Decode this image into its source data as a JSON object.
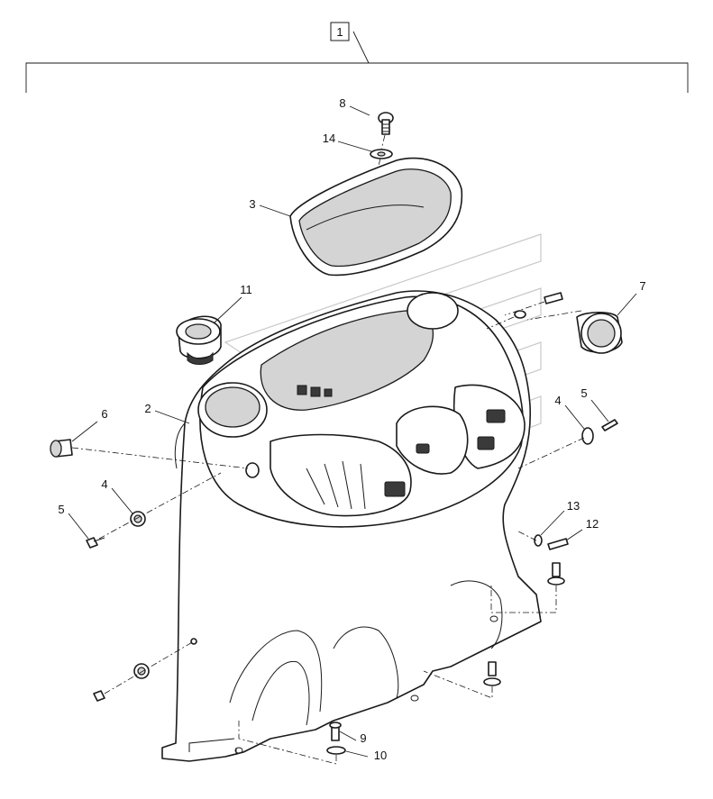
{
  "reference_box": {
    "label": "1"
  },
  "callouts": [
    {
      "id": "c8",
      "label": "8"
    },
    {
      "id": "c14",
      "label": "14"
    },
    {
      "id": "c3",
      "label": "3"
    },
    {
      "id": "c11",
      "label": "11"
    },
    {
      "id": "c7",
      "label": "7"
    },
    {
      "id": "c2",
      "label": "2"
    },
    {
      "id": "c6",
      "label": "6"
    },
    {
      "id": "c4a",
      "label": "4"
    },
    {
      "id": "c5a",
      "label": "5"
    },
    {
      "id": "c4b",
      "label": "4"
    },
    {
      "id": "c5b",
      "label": "5"
    },
    {
      "id": "c13",
      "label": "13"
    },
    {
      "id": "c12",
      "label": "12"
    },
    {
      "id": "c9",
      "label": "9"
    },
    {
      "id": "c10",
      "label": "10"
    }
  ],
  "colors": {
    "line": "#1a1a1a",
    "shade": "#d4d4d4",
    "watermark": "#c8c8c8"
  }
}
